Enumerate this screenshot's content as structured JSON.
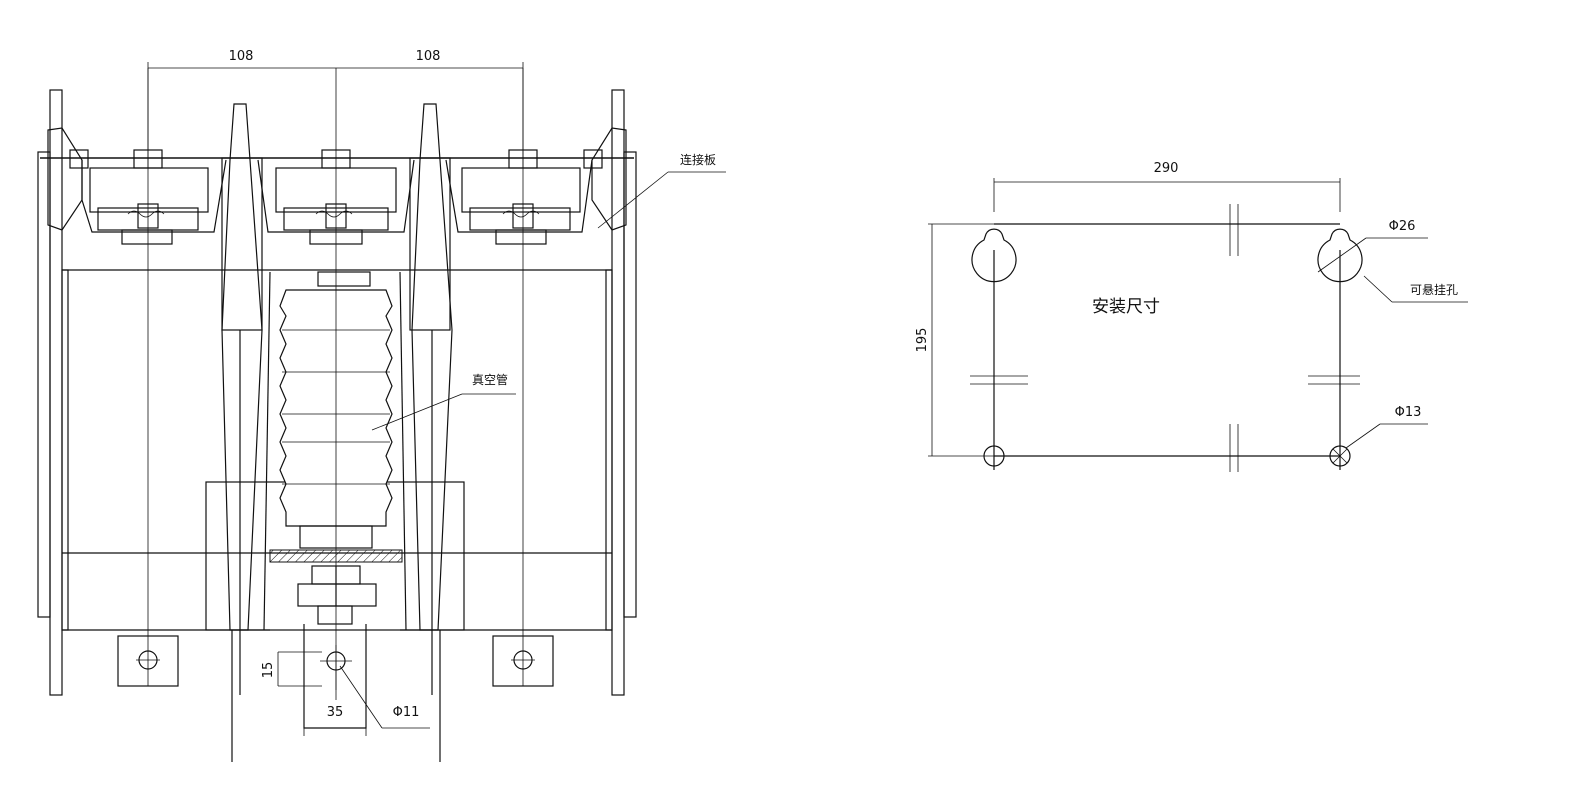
{
  "left_view": {
    "dimensions": {
      "pole_spacing_left": "108",
      "pole_spacing_right": "108",
      "slot_height": "15",
      "slot_width": "35",
      "hole_diameter": "Φ11"
    },
    "labels": {
      "connection_plate": "连接板",
      "vacuum_tube": "真空管"
    }
  },
  "right_view": {
    "dimensions": {
      "width": "290",
      "height": "195",
      "hanging_hole_diameter": "Φ26",
      "mounting_hole_diameter": "Φ13"
    },
    "labels": {
      "title": "安装尺寸",
      "hanging_hole": "可悬挂孔"
    }
  }
}
